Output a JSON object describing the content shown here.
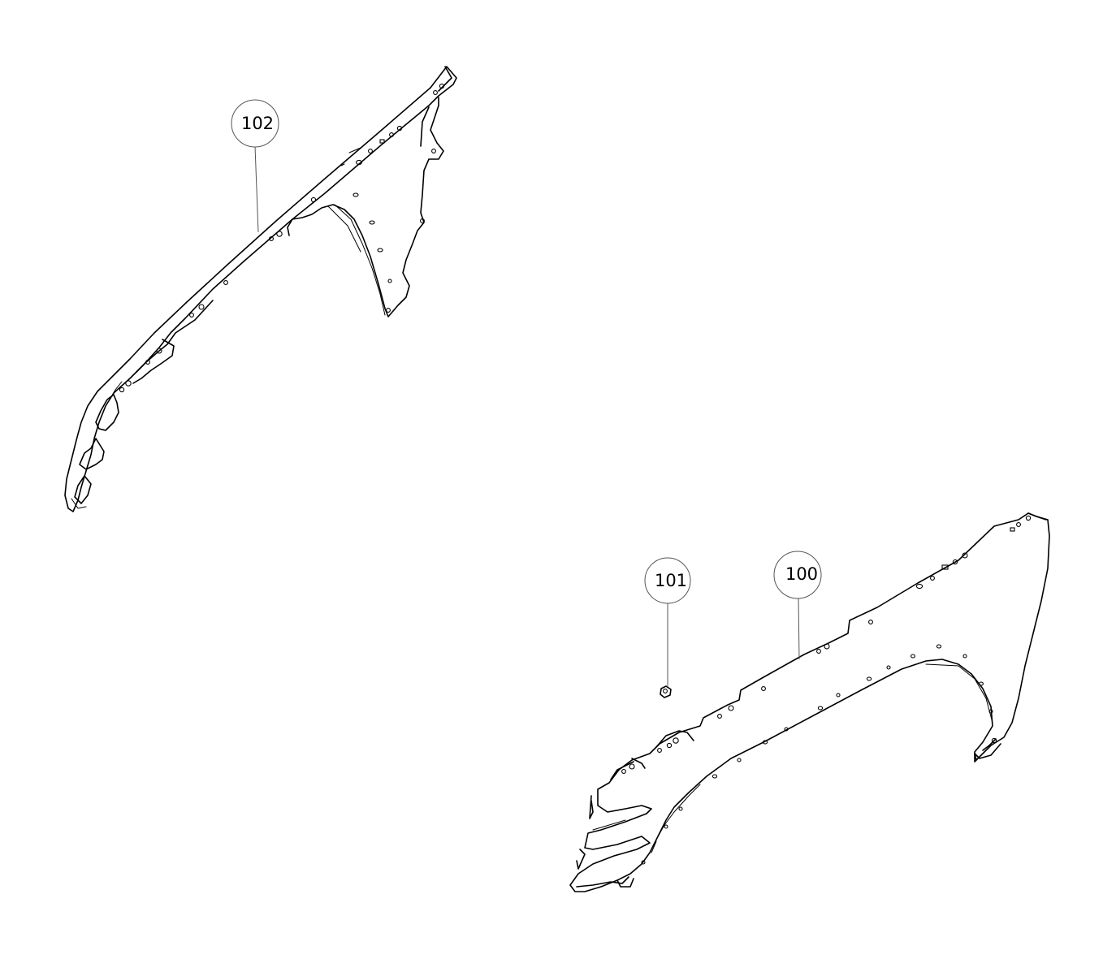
{
  "diagram": {
    "callouts": [
      {
        "id": "102",
        "label": "102"
      },
      {
        "id": "101",
        "label": "101"
      },
      {
        "id": "100",
        "label": "100"
      }
    ],
    "parts": [
      {
        "ref": "102",
        "icon": "fender-liner-reinforcement-icon"
      },
      {
        "ref": "101",
        "icon": "nut-fastener-icon"
      },
      {
        "ref": "100",
        "icon": "front-fender-panel-icon"
      }
    ]
  }
}
